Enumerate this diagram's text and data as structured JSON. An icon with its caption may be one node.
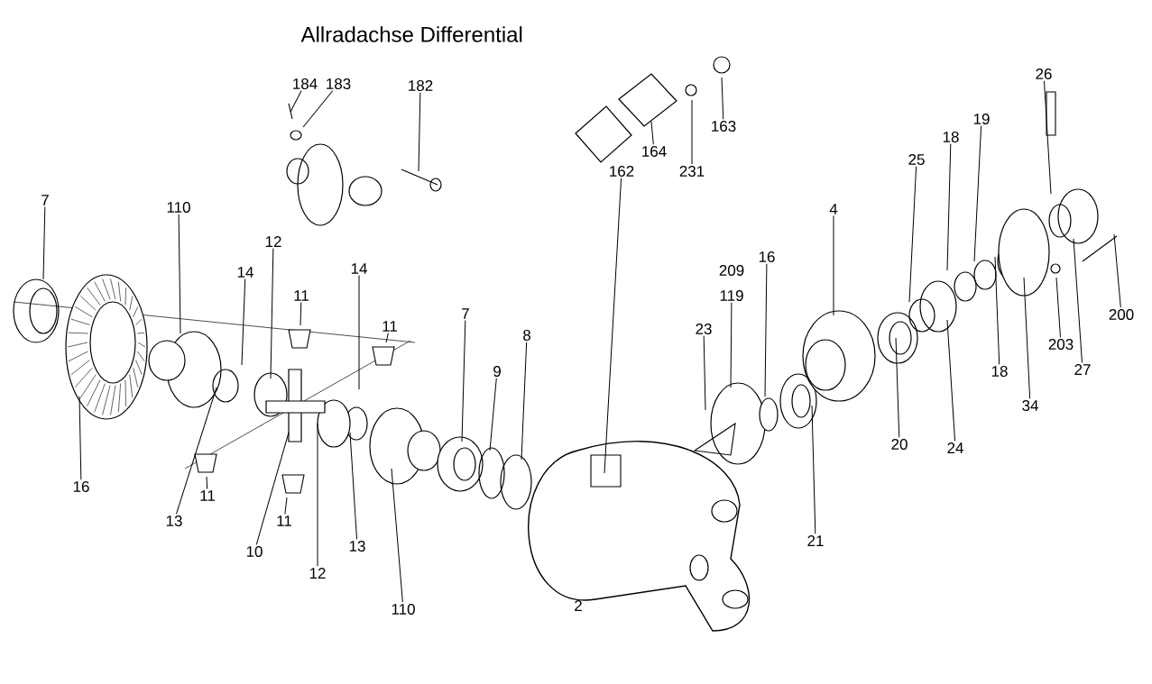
{
  "diagram": {
    "title": "Allradachse Differential",
    "nodes": [
      {
        "text": [
          "184"
        ]
      },
      {
        "text": [
          "183"
        ]
      },
      {
        "text": [
          "182"
        ]
      },
      {
        "text": [
          "7"
        ]
      },
      {
        "text": [
          "110"
        ]
      },
      {
        "text": [
          "12"
        ]
      },
      {
        "text": [
          "14"
        ]
      },
      {
        "text": [
          "11"
        ]
      },
      {
        "text": [
          "14"
        ]
      },
      {
        "text": [
          "11"
        ]
      },
      {
        "text": [
          "7"
        ]
      },
      {
        "text": [
          "9"
        ]
      },
      {
        "text": [
          "8"
        ]
      },
      {
        "text": [
          "16"
        ]
      },
      {
        "text": [
          "13"
        ]
      },
      {
        "text": [
          "11"
        ]
      },
      {
        "text": [
          "10"
        ]
      },
      {
        "text": [
          "11"
        ]
      },
      {
        "text": [
          "12"
        ]
      },
      {
        "text": [
          "13"
        ]
      },
      {
        "text": [
          "110"
        ]
      },
      {
        "text": [
          "162"
        ]
      },
      {
        "text": [
          "164"
        ]
      },
      {
        "text": [
          "231"
        ]
      },
      {
        "text": [
          "163"
        ]
      },
      {
        "text": [
          "119"
        ]
      },
      {
        "text": [
          "23"
        ]
      },
      {
        "text": [
          "16"
        ]
      },
      {
        "text": [
          "4"
        ]
      },
      {
        "text": [
          "21"
        ]
      },
      {
        "text": [
          "20"
        ]
      },
      {
        "text": [
          "25"
        ]
      },
      {
        "text": [
          "24"
        ]
      },
      {
        "text": [
          "18"
        ]
      },
      {
        "text": [
          "19"
        ]
      },
      {
        "text": [
          "26"
        ]
      },
      {
        "text": [
          "18"
        ]
      },
      {
        "text": [
          "34"
        ]
      },
      {
        "text": [
          "203"
        ]
      },
      {
        "text": [
          "27"
        ]
      },
      {
        "text": [
          "200"
        ]
      }
    ],
    "edges": [
      {
        "from": 0,
        "to": null,
        "arrow": "none"
      },
      {
        "from": 1,
        "to": null,
        "arrow": "none"
      },
      {
        "from": 2,
        "to": null,
        "arrow": "none"
      },
      {
        "from": 3,
        "to": null,
        "arrow": "none"
      },
      {
        "from": 4,
        "to": null,
        "arrow": "none"
      },
      {
        "from": 5,
        "to": null,
        "arrow": "none"
      },
      {
        "from": 6,
        "to": null,
        "arrow": "none"
      },
      {
        "from": 7,
        "to": null,
        "arrow": "none"
      },
      {
        "from": 8,
        "to": null,
        "arrow": "none"
      },
      {
        "from": 9,
        "to": null,
        "arrow": "none"
      },
      {
        "from": 10,
        "to": null,
        "arrow": "none"
      },
      {
        "from": 11,
        "to": null,
        "arrow": "none"
      },
      {
        "from": 12,
        "to": null,
        "arrow": "none"
      },
      {
        "from": 13,
        "to": null,
        "arrow": "none"
      },
      {
        "from": 14,
        "to": null,
        "arrow": "none"
      },
      {
        "from": 15,
        "to": null,
        "arrow": "none"
      },
      {
        "from": 16,
        "to": null,
        "arrow": "none"
      },
      {
        "from": 17,
        "to": null,
        "arrow": "none"
      },
      {
        "from": 18,
        "to": null,
        "arrow": "none"
      },
      {
        "from": 19,
        "to": null,
        "arrow": "none"
      },
      {
        "from": 20,
        "to": null,
        "arrow": "none"
      },
      {
        "from": 21,
        "to": null,
        "arrow": "none"
      },
      {
        "from": 22,
        "to": null,
        "arrow": "none"
      },
      {
        "from": 23,
        "to": null,
        "arrow": "none"
      },
      {
        "from": 24,
        "to": null,
        "arrow": "none"
      },
      {
        "from": 25,
        "to": null,
        "arrow": "none"
      },
      {
        "from": 26,
        "to": null,
        "arrow": "none"
      },
      {
        "from": 27,
        "to": null,
        "arrow": "none"
      },
      {
        "from": 28,
        "to": null,
        "arrow": "none"
      },
      {
        "from": 29,
        "to": null,
        "arrow": "none"
      },
      {
        "from": 30,
        "to": null,
        "arrow": "none"
      },
      {
        "from": 31,
        "to": null,
        "arrow": "none"
      },
      {
        "from": 32,
        "to": null,
        "arrow": "none"
      },
      {
        "from": 33,
        "to": null,
        "arrow": "none"
      },
      {
        "from": 34,
        "to": null,
        "arrow": "none"
      },
      {
        "from": 35,
        "to": null,
        "arrow": "none"
      },
      {
        "from": 36,
        "to": null,
        "arrow": "none"
      },
      {
        "from": 37,
        "to": null,
        "arrow": "none"
      },
      {
        "from": 38,
        "to": null,
        "arrow": "none"
      },
      {
        "from": 39,
        "to": null,
        "arrow": "none"
      },
      {
        "from": 40,
        "to": null,
        "arrow": "none"
      }
    ],
    "labels": [
      "209",
      "2"
    ]
  }
}
